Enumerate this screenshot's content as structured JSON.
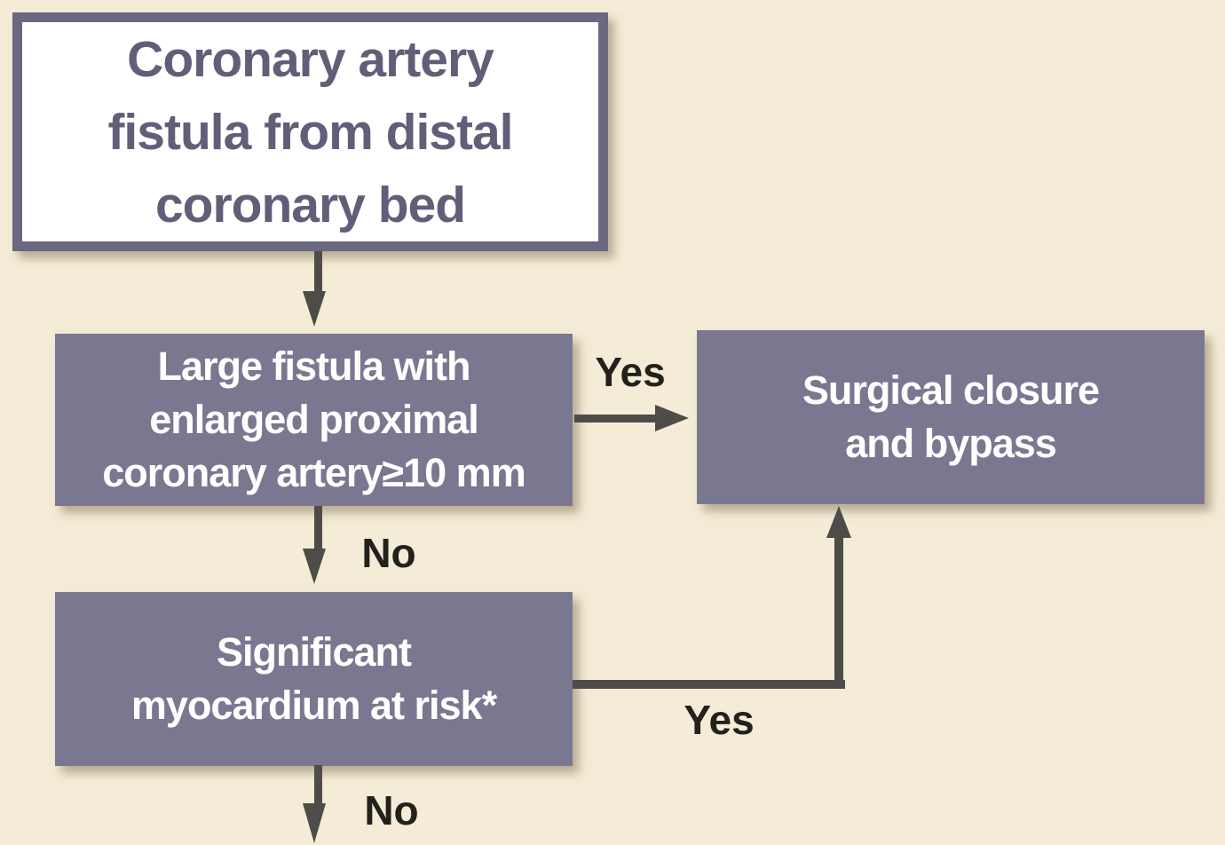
{
  "flowchart": {
    "nodes": {
      "start": {
        "lines": [
          "Coronary artery",
          "fistula from distal",
          "coronary bed"
        ]
      },
      "large_fistula": {
        "lines": [
          "Large fistula with",
          "enlarged proximal",
          "coronary artery≥10 mm"
        ]
      },
      "surgical_closure": {
        "lines": [
          "Surgical closure",
          "and bypass"
        ]
      },
      "myocardium_risk": {
        "lines": [
          "Significant",
          "myocardium at risk*"
        ]
      }
    },
    "edge_labels": {
      "fistula_yes": "Yes",
      "fistula_no": "No",
      "myocardium_yes": "Yes",
      "myocardium_no": "No"
    },
    "colors": {
      "background": "#f4ecd6",
      "node_fill": "#7a7890",
      "node_border": "#6a6880",
      "start_text": "#615f78",
      "node_text": "#ffffff",
      "connector": "#4e4c48",
      "edge_label_text": "#23211c"
    }
  }
}
